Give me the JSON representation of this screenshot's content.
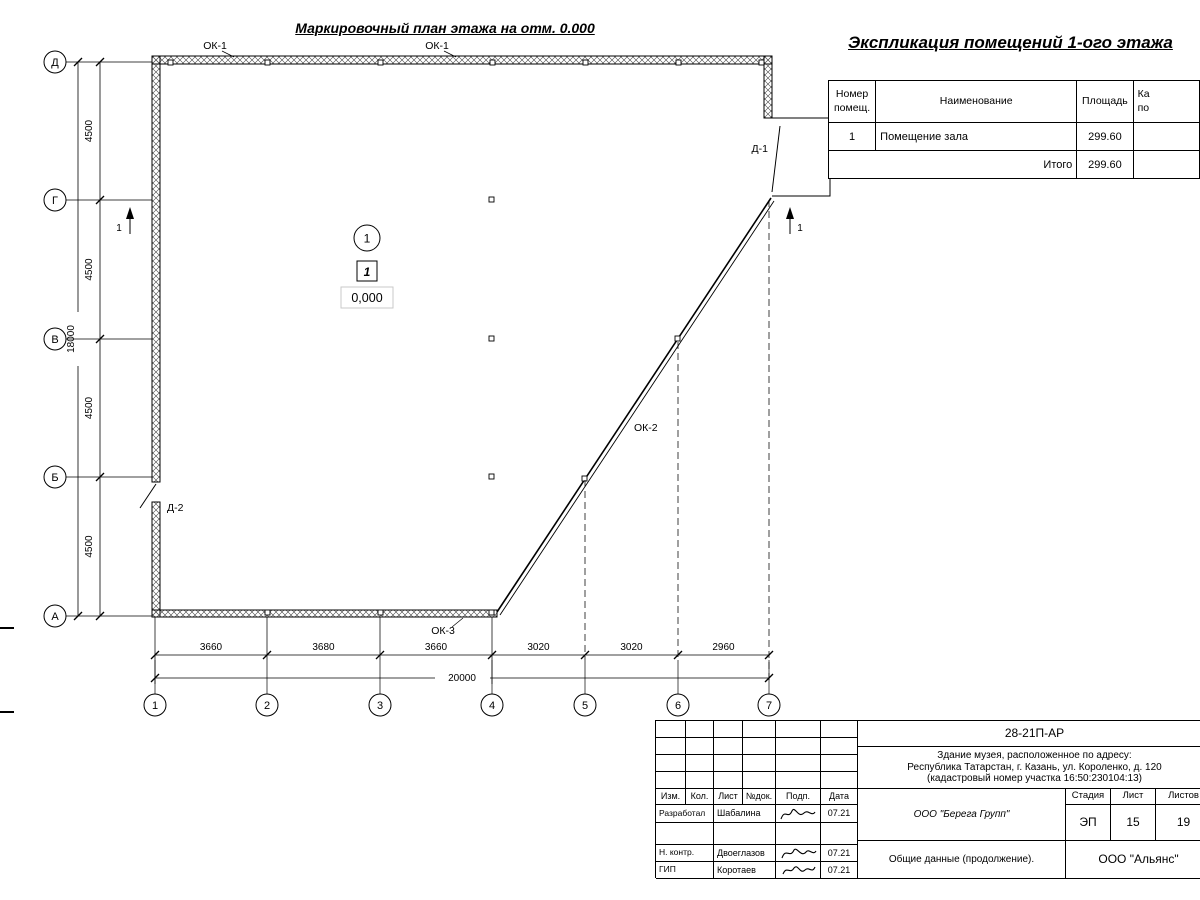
{
  "titles": {
    "plan": "Маркировочный план этажа на отм. 0.000",
    "explication": "Экспликация помещений 1-ого этажа"
  },
  "explication": {
    "col_number": "Номер\nпомещ.",
    "col_name": "Наименование",
    "col_area": "Площадь",
    "col_extra": "Ка\nпо",
    "row1": {
      "number": "1",
      "name": "Помещение зала",
      "area": "299.60"
    },
    "total": {
      "label": "Итого",
      "area": "299.60"
    }
  },
  "plan": {
    "axes_v": [
      "Д",
      "Г",
      "В",
      "Б",
      "А"
    ],
    "axes_h": [
      "1",
      "2",
      "3",
      "4",
      "5",
      "6",
      "7"
    ],
    "dims_v": [
      "4500",
      "4500",
      "4500",
      "4500"
    ],
    "dims_v_total": "18000",
    "dims_h": [
      "3660",
      "3680",
      "3660",
      "3020",
      "3020",
      "2960"
    ],
    "dims_h_total": "20000",
    "labels": {
      "ok1_left": "ОК-1",
      "ok1_right": "ОК-1",
      "ok2": "ОК-2",
      "ok3": "ОК-3",
      "door1": "Д-1",
      "door2": "Д-2",
      "section": "1"
    },
    "room": {
      "number_circle": "1",
      "number_box": "1",
      "elevation": "0,000"
    }
  },
  "title_block": {
    "doc_number": "28-21П-АР",
    "object_line1": "Здание музея, расположенное по адресу:",
    "object_line2": "Республика Татарстан, г. Казань, ул. Короленко, д. 120",
    "object_line3": "(кадастровый номер участка 16:50:230104:13)",
    "cols": [
      "Изм.",
      "Кол.",
      "Лист",
      "№док.",
      "Подп.",
      "Дата"
    ],
    "rows": [
      {
        "role": "Разработал",
        "name": "Шабалина",
        "date": "07.21"
      },
      {
        "role": "Н. контр.",
        "name": "Двоеглазов",
        "date": "07.21"
      },
      {
        "role": "ГИП",
        "name": "Коротаев",
        "date": "07.21"
      }
    ],
    "company": "ООО \"Берега Групп\"",
    "stage_label": "Стадия",
    "sheet_label": "Лист",
    "sheets_label": "Листов",
    "stage": "ЭП",
    "sheet": "15",
    "sheets": "19",
    "doc_title": "Общие данные (продолжение).",
    "org": "ООО \"Альянс\""
  }
}
